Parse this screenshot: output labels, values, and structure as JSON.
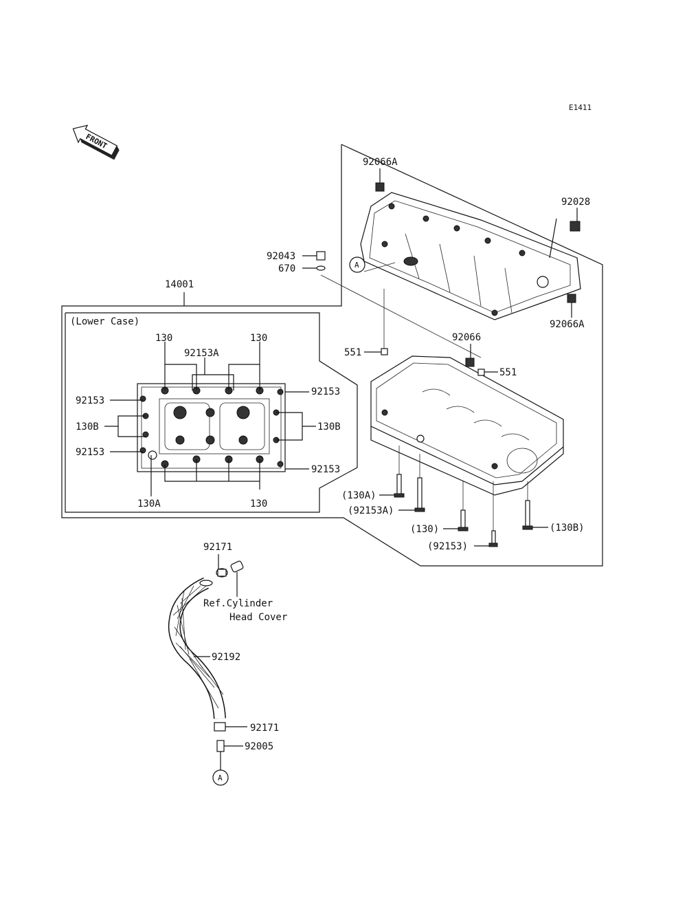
{
  "diagram_code": "E1411",
  "front_label": "FRONT",
  "assembly": {
    "part_no": "14001",
    "inset_title": "(Lower Case)"
  },
  "reference": {
    "line1": "Ref.Cylinder",
    "line2": "Head Cover"
  },
  "callout": "A",
  "labels": {
    "p92066A_top": "92066A",
    "p92028": "92028",
    "p92043": "92043",
    "p670": "670",
    "p92066A_right": "92066A",
    "p92066": "92066",
    "p551_left": "551",
    "p551_right": "551",
    "p130A_paren": "(130A)",
    "p92153A_paren": "(92153A)",
    "p130_paren": "(130)",
    "p92153_paren": "(92153)",
    "p130B_paren": "(130B)",
    "in_130_tl": "130",
    "in_130_tr": "130",
    "in_92153A": "92153A",
    "in_92153_l1": "92153",
    "in_130B_l": "130B",
    "in_92153_l2": "92153",
    "in_130A": "130A",
    "in_130_b": "130",
    "in_92153_r1": "92153",
    "in_130B_r": "130B",
    "in_92153_r2": "92153",
    "p92171_top": "92171",
    "p92192": "92192",
    "p92171_bot": "92171",
    "p92005": "92005"
  }
}
